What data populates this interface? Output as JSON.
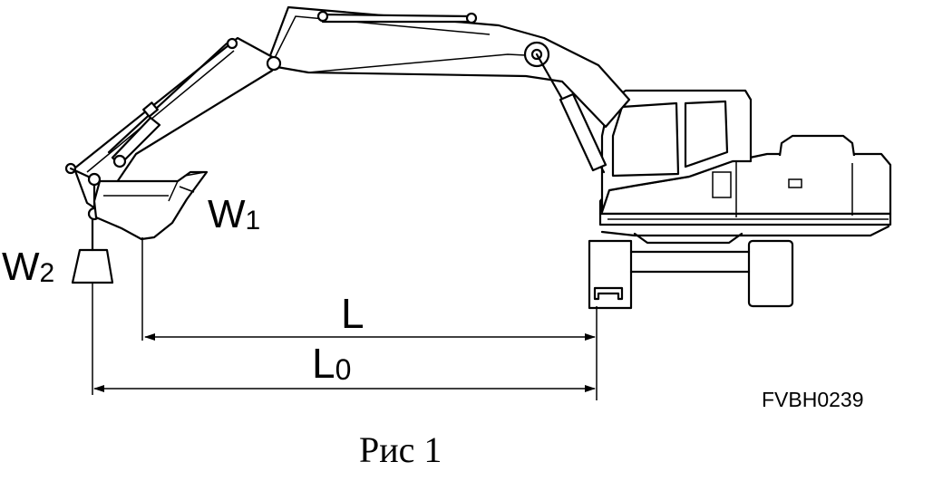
{
  "labels": {
    "w1_main": "W",
    "w1_sub": "1",
    "w2_main": "W",
    "w2_sub": "2",
    "l": "L",
    "l0_main": "L",
    "l0_sub": "0",
    "code": "FVBH0239",
    "caption": "Рис 1"
  }
}
